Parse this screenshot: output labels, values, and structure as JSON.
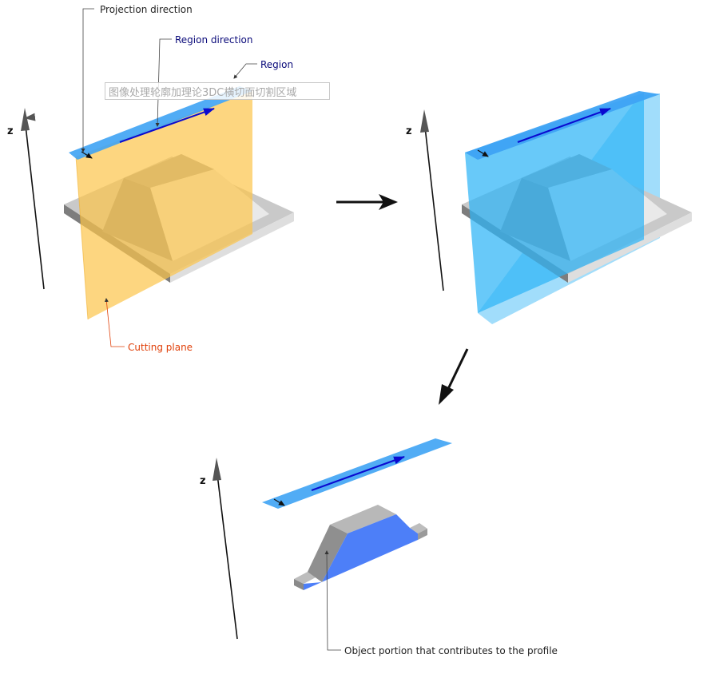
{
  "colors": {
    "cutting_plane": "#fcc44a",
    "region_strip": "#3ea3f4",
    "region_arrow": "#0a0ad0",
    "cut_plane_blue": "#2eb4f7",
    "profile_face": "#4d7ff8",
    "label_blue": "#0a0a7a",
    "label_orange": "#e0400a",
    "label_dark": "#222222",
    "watermark": "#a9a9a9",
    "object_light": "#e6e6e6",
    "object_mid": "#a9a9a9",
    "object_dark": "#8c8c8c"
  },
  "labels": {
    "projection_direction": "Projection direction",
    "region_direction": "Region direction",
    "region": "Region",
    "cutting_plane": "Cutting plane",
    "object_portion": "Object portion that contributes to the profile",
    "z_axis": "z"
  },
  "watermark": "图像处理轮廓加理论3DC横切面切割区域"
}
